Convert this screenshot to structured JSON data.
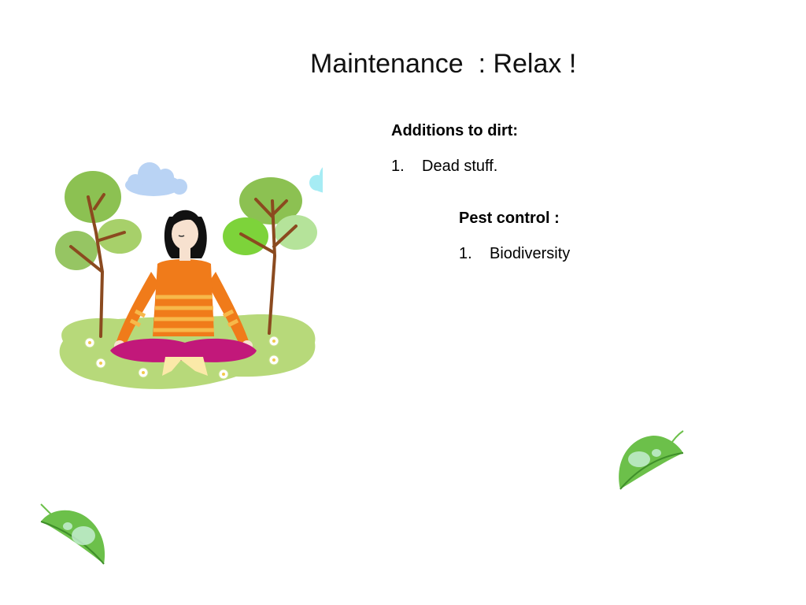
{
  "slide": {
    "title": "Maintenance  : Relax !"
  },
  "additions": {
    "heading": "Additions to dirt:",
    "items": [
      {
        "number": "1.",
        "text": "Dead stuff."
      }
    ]
  },
  "pest_control": {
    "heading": "Pest control :",
    "items": [
      {
        "number": "1.",
        "text": "Biodiversity"
      }
    ]
  },
  "colors": {
    "grass": "#b7d97a",
    "shirt": "#f07b1a",
    "pants": "#c2187a",
    "leaf": "#6cc04a",
    "cloud_blue": "#b9d3f4",
    "cloud_cyan": "#a6ecf4"
  },
  "icons": [
    "meditation-illustration",
    "leaf-icon"
  ]
}
